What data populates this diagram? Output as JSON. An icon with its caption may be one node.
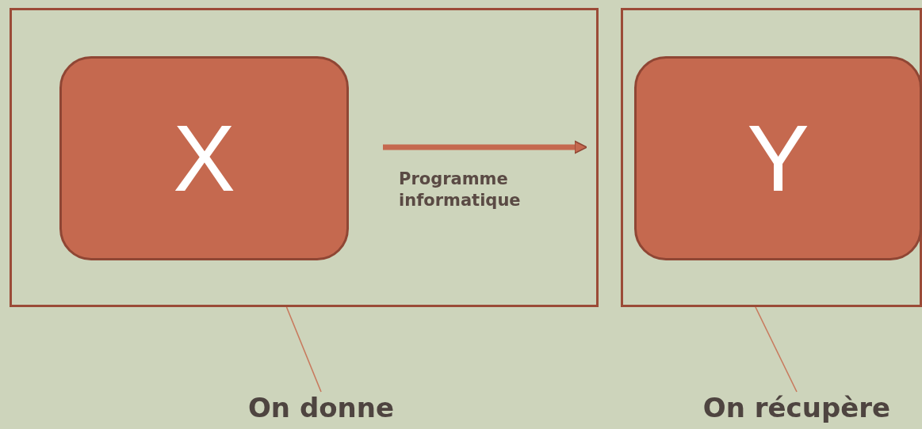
{
  "diagram": {
    "nodes": [
      {
        "text": [],
        "shape": "box"
      },
      {
        "text": [
          "X"
        ],
        "in": 0
      },
      {
        "text": [],
        "shape": "box"
      },
      {
        "text": [
          "Y"
        ],
        "in": 2
      },
      {
        "text": [
          "On donne"
        ]
      },
      {
        "text": [
          "On récupère"
        ]
      }
    ],
    "edges": [
      {
        "from": 1,
        "to": 2,
        "arrow": "to",
        "label": "Programme informatique",
        "style": "thick"
      },
      {
        "from": 4,
        "to": 0,
        "arrow": "none"
      },
      {
        "from": 5,
        "to": 2,
        "arrow": "none"
      }
    ]
  }
}
